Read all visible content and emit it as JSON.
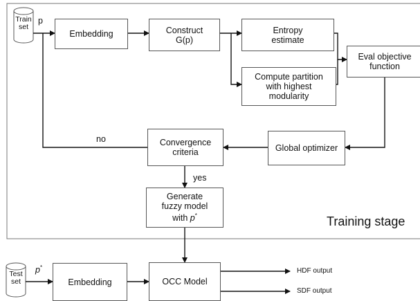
{
  "training": {
    "train_set": "Train\nset",
    "p_label": "p",
    "embedding": "Embedding",
    "construct": "Construct\nG(p)",
    "entropy": "Entropy\nestimate",
    "partition": "Compute partition\nwith highest\nmodularity",
    "eval": "Eval objective\nfunction",
    "global_opt": "Global optimizer",
    "convergence": "Convergence\ncriteria",
    "no_label": "no",
    "yes_label": "yes",
    "generate": "Generate\nfuzzy model\nwith ",
    "generate_p": "p",
    "generate_star": "*",
    "stage_label": "Training stage"
  },
  "testing": {
    "test_set": "Test\nset",
    "p_label": "p",
    "p_star": "*",
    "embedding": "Embedding",
    "occ": "OCC Model",
    "hdf_output": "HDF output",
    "sdf_output": "SDF output"
  }
}
